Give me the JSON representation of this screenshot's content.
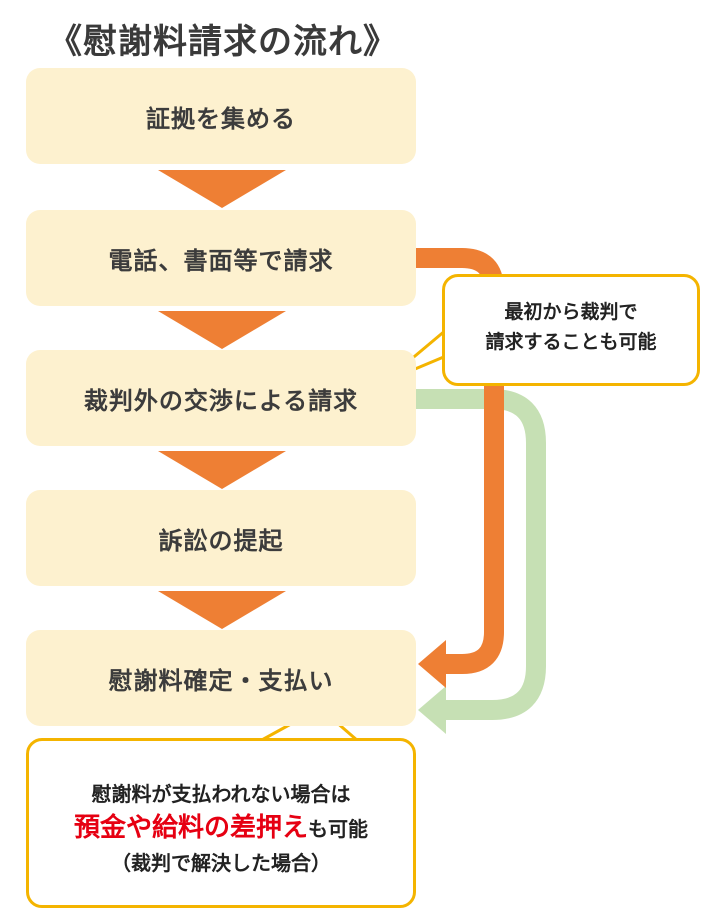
{
  "title": "《慰謝料請求の流れ》",
  "steps": [
    {
      "label": "証拠を集める"
    },
    {
      "label": "電話、書面等で請求"
    },
    {
      "label": "裁判外の交渉による請求"
    },
    {
      "label": "訴訟の提起"
    },
    {
      "label": "慰謝料確定・支払い"
    }
  ],
  "callout_top": {
    "line1": "最初から裁判で",
    "line2": "請求することも可能"
  },
  "callout_bottom": {
    "line1": "慰謝料が支払われない場合は",
    "highlight": "預金や給料の差押え",
    "line2_suffix": "も可能",
    "line3": "（裁判で解決した場合）"
  },
  "colors": {
    "step_fill": "#fdf1cf",
    "arrow_orange": "#ee7f34",
    "arrow_green": "#c6e0b4",
    "callout_border": "#f4b400",
    "highlight_red": "#e60012"
  }
}
